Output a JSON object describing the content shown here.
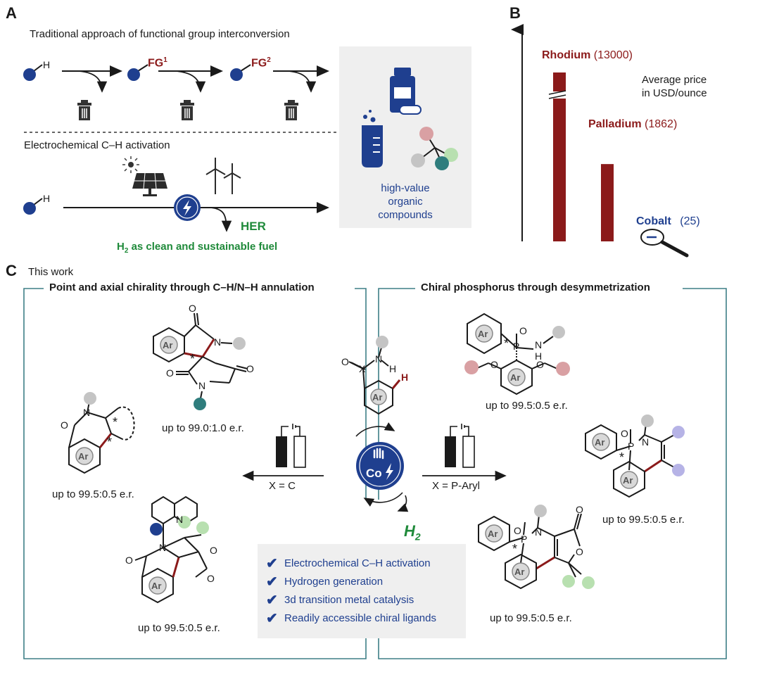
{
  "panel_a": {
    "letter": "A",
    "traditional_title": "Traditional approach of functional group interconversion",
    "fg1": "FG",
    "fg1_sup": "1",
    "fg2": "FG",
    "fg2_sup": "2",
    "h_label": "H",
    "electro_title": "Electrochemical C–H activation",
    "her": "HER",
    "h2_fuel_prefix": "H",
    "h2_fuel_sub": "2",
    "h2_fuel_suffix": " as clean and sustainable fuel",
    "hv_line1": "high-value",
    "hv_line2": "organic",
    "hv_line3": "compounds"
  },
  "panel_b": {
    "letter": "B",
    "note_line1": "Average price",
    "note_line2": "in USD/ounce",
    "rhodium_name": "Rhodium",
    "rhodium_value": "(13000)",
    "palladium_name": "Palladium",
    "palladium_value": "(1862)",
    "cobalt_name": "Cobalt",
    "cobalt_value": "(25)"
  },
  "panel_c": {
    "letter": "C",
    "title": "This work",
    "left_box_title": "Point and axial chirality through C–H/N–H annulation",
    "right_box_title": "Chiral phosphorus through desymmetrization",
    "er_spiro": "up to 99.0:1.0 e.r.",
    "er_left": "up to 99.5:0.5 e.r.",
    "er_axial": "up to 99.5:0.5 e.r.",
    "er_phos_top": "up to 99.5:0.5 e.r.",
    "er_phos_right": "up to 99.5:0.5 e.r.",
    "er_phos_bottom": "up to 99.5:0.5 e.r.",
    "x_c": "X = C",
    "x_p": "X = P-Aryl",
    "h2_prefix": "H",
    "h2_sub": "2",
    "co_label": "Co",
    "ar": "Ar",
    "atom_o": "O",
    "atom_n": "N",
    "atom_p": "P",
    "atom_h": "H",
    "atom_x": "X",
    "star": "*",
    "checklist": [
      "Electrochemical C–H activation",
      "Hydrogen generation",
      "3d transition metal catalysis",
      "Readily accessible chiral ligands"
    ]
  },
  "colors": {
    "dark_red": "#8b1a1a",
    "navy": "#1f3f8f",
    "green": "#1f8a3a",
    "teal_frame": "#3d7f86",
    "pink_dot": "#d9a0a3",
    "gray_dot": "#c4c4c4",
    "teal_dot": "#2f7d7d",
    "light_green_dot": "#b8e0b0",
    "lavender_dot": "#b6b3e6"
  },
  "chart_data": {
    "type": "bar",
    "categories": [
      "Rhodium",
      "Palladium",
      "Cobalt"
    ],
    "values": [
      13000,
      1862,
      25
    ],
    "ylabel": "Average price in USD/ounce"
  }
}
